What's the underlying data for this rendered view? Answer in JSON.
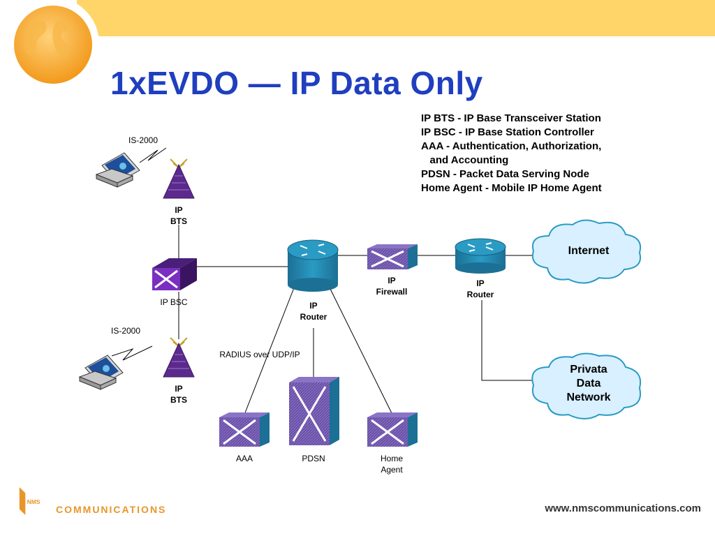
{
  "title": "1xEVDO — IP Data Only",
  "legend": [
    "IP BTS -  IP Base Transceiver Station",
    "IP BSC -  IP Base Station Controller",
    "AAA -  Authentication, Authorization,",
    "   and Accounting",
    "PDSN -  Packet Data Serving Node",
    "Home Agent -  Mobile IP Home Agent"
  ],
  "nodes": {
    "bts_top": [
      "IP",
      "BTS"
    ],
    "bts_bottom": [
      "IP",
      "BTS"
    ],
    "bsc": "IP BSC",
    "router_main": [
      "IP",
      "Router"
    ],
    "firewall": [
      "IP",
      "Firewall"
    ],
    "router_right": [
      "IP",
      "Router"
    ],
    "aaa": "AAA",
    "pdsn": "PDSN",
    "home_agent": [
      "Home",
      "Agent"
    ],
    "is2000_top": "IS-2000",
    "is2000_bottom": "IS-2000",
    "radius": "RADIUS over UDP/IP"
  },
  "clouds": {
    "internet": "Internet",
    "private": [
      "Privata",
      "Data",
      "Network"
    ]
  },
  "footer": {
    "logo_letters": "NMS",
    "logo_text": "COMMUNICATIONS",
    "website": "www.nmscommunications.com"
  },
  "colors": {
    "band": "#ffd56a",
    "title": "#1f3fbf",
    "globe": "#f5a623",
    "purple": "#6b2fa0",
    "teal": "#1f7fa8",
    "cloud": "#d8f0ff"
  }
}
